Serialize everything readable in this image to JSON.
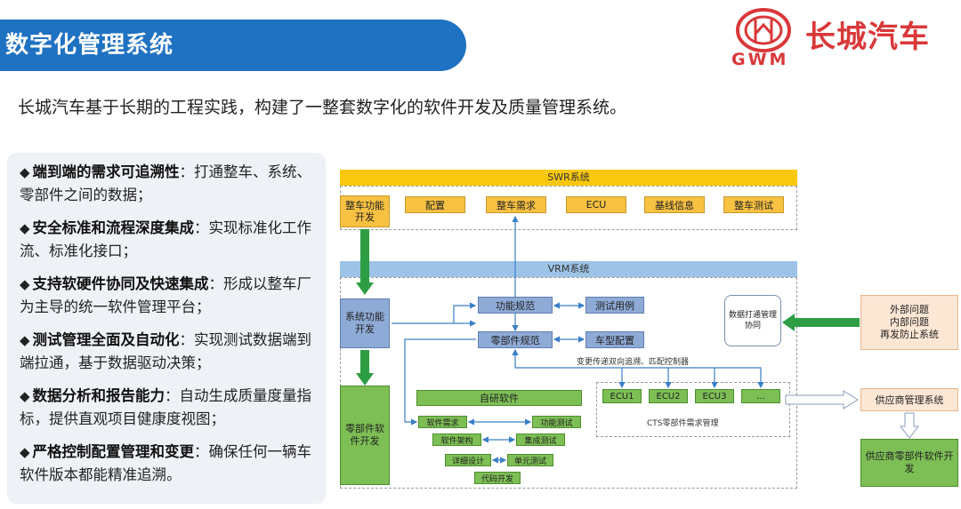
{
  "header": {
    "title": "数字化管理系统",
    "logo_cn": "长城汽车",
    "logo_en": "GWM"
  },
  "intro": "长城汽车基于长期的工程实践，构建了一整套数字化的软件开发及质量管理系统。",
  "features": [
    {
      "bold": "端到端的需求可追溯性",
      "text": "：打通整车、系统、零部件之间的数据；"
    },
    {
      "bold": "安全标准和流程深度集成",
      "text": "：实现标准化工作流、标准化接口；"
    },
    {
      "bold": "支持软硬件协同及快速集成",
      "text": "：形成以整车厂为主导的统一软件管理平台；"
    },
    {
      "bold": "测试管理全面及自动化",
      "text": "：实现测试数据端到端拉通，基于数据驱动决策；"
    },
    {
      "bold": "数据分析和报告能力",
      "text": "：自动生成质量度量指标，提供直观项目健康度视图；"
    },
    {
      "bold": "严格控制配置管理和变更",
      "text": "：确保任何一辆车软件版本都能精准追溯。"
    }
  ],
  "diagram": {
    "swr_label": "SWR系统",
    "vrm_label": "VRM系统",
    "vehicle_func_dev": "整车功能开发",
    "swr_items": [
      "配置",
      "整车需求",
      "ECU",
      "基线信息",
      "整车测试"
    ],
    "system_func_dev": "系统功能开发",
    "component_sw_dev": "零部件软件开发",
    "func_spec": "功能规范",
    "test_case": "测试用例",
    "component_spec": "零部件规范",
    "vehicle_config": "车型配置",
    "data_mgmt": "数据打通管理协同",
    "change_note": "变更传递双向追溯、匹配控制器",
    "self_dev": "自研软件",
    "sw_steps": [
      "软件需求",
      "功能测试",
      "软件架构",
      "集成测试",
      "详细设计",
      "单元测试",
      "代码开发"
    ],
    "ecus": [
      "ECU1",
      "ECU2",
      "ECU3",
      "..."
    ],
    "cts_label": "CTS零部件需求管理",
    "external_issues": [
      "外部问题",
      "内部问题",
      "再发防止系统"
    ],
    "supplier_mgmt": "供应商管理系统",
    "supplier_sw_dev": "供应商零部件软件开发"
  },
  "colors": {
    "banner": "#1F72C2",
    "brand_red": "#D9383A",
    "swr_yellow": "#F9C80E",
    "vrm_blue": "#9DC3E6",
    "green": "#7DBE55",
    "arrow_green": "#2E9E44",
    "arrow_blue": "#3A7FC6"
  }
}
